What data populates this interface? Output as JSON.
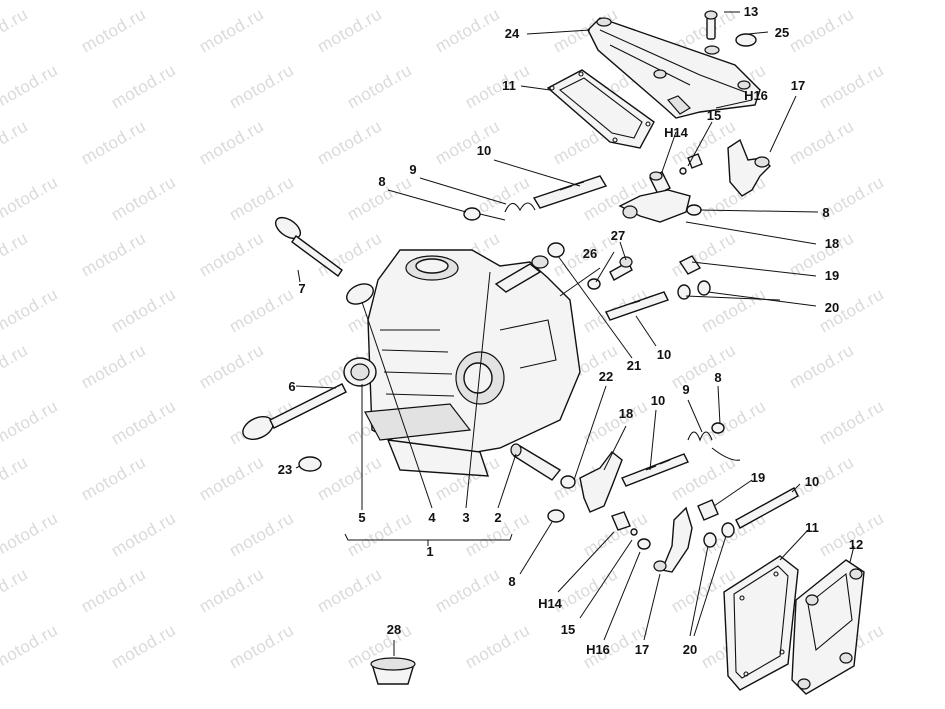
{
  "watermark": "motod.ru",
  "callouts": {
    "c1": "1",
    "c2": "2",
    "c3": "3",
    "c4": "4",
    "c5": "5",
    "c6": "6",
    "c7": "7",
    "c8a": "8",
    "c8b": "8",
    "c8c": "8",
    "c8d": "8",
    "c9a": "9",
    "c9b": "9",
    "c10a": "10",
    "c10b": "10",
    "c10c": "10",
    "c10d": "10",
    "c11a": "11",
    "c11b": "11",
    "c12": "12",
    "c13": "13",
    "c14a": "H14",
    "c14b": "H14",
    "c15a": "15",
    "c15b": "15",
    "c16a": "H16",
    "c16b": "H16",
    "c17a": "17",
    "c17b": "17",
    "c18a": "18",
    "c18b": "18",
    "c19a": "19",
    "c19b": "19",
    "c20a": "20",
    "c20b": "20",
    "c21": "21",
    "c22": "22",
    "c23": "23",
    "c24": "24",
    "c25": "25",
    "c26": "26",
    "c27": "27",
    "c28": "28"
  }
}
